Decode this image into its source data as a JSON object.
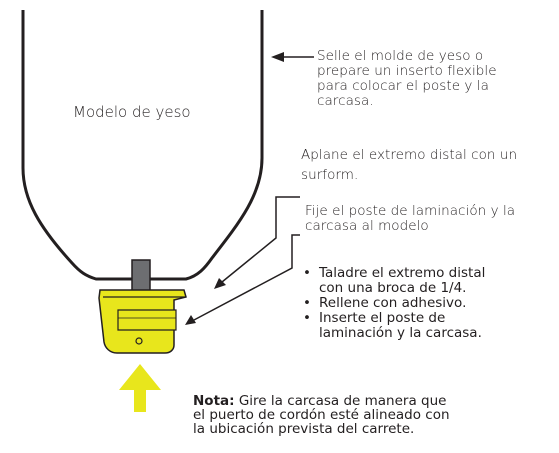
{
  "colors": {
    "stroke": "#231f20",
    "housing_fill": "#e8e61c",
    "post_fill": "#6d6e71",
    "arrow_fill": "#e8e61c"
  },
  "labels": {
    "plaster_model": "Modelo de yeso",
    "seal_mold": [
      "Selle el molde de yeso o",
      "prepare un inserto flexible",
      "para colocar el poste y la",
      "carcasa."
    ],
    "flatten_distal": [
      "Aplane el extremo distal con un",
      "surform."
    ],
    "fix_post": [
      "Fije el poste de laminación y la",
      "carcasa al modelo"
    ]
  },
  "steps": [
    [
      "Taladre el extremo distal",
      "con una broca de 1/4."
    ],
    [
      "Rellene con adhesivo."
    ],
    [
      "Inserte el poste de",
      "laminación y la carcasa."
    ]
  ],
  "note": {
    "label": "Nota:",
    "lines": [
      " Gire la carcasa de manera que",
      "el puerto de cordón esté alineado con",
      "la ubicación prevista del carrete."
    ]
  }
}
